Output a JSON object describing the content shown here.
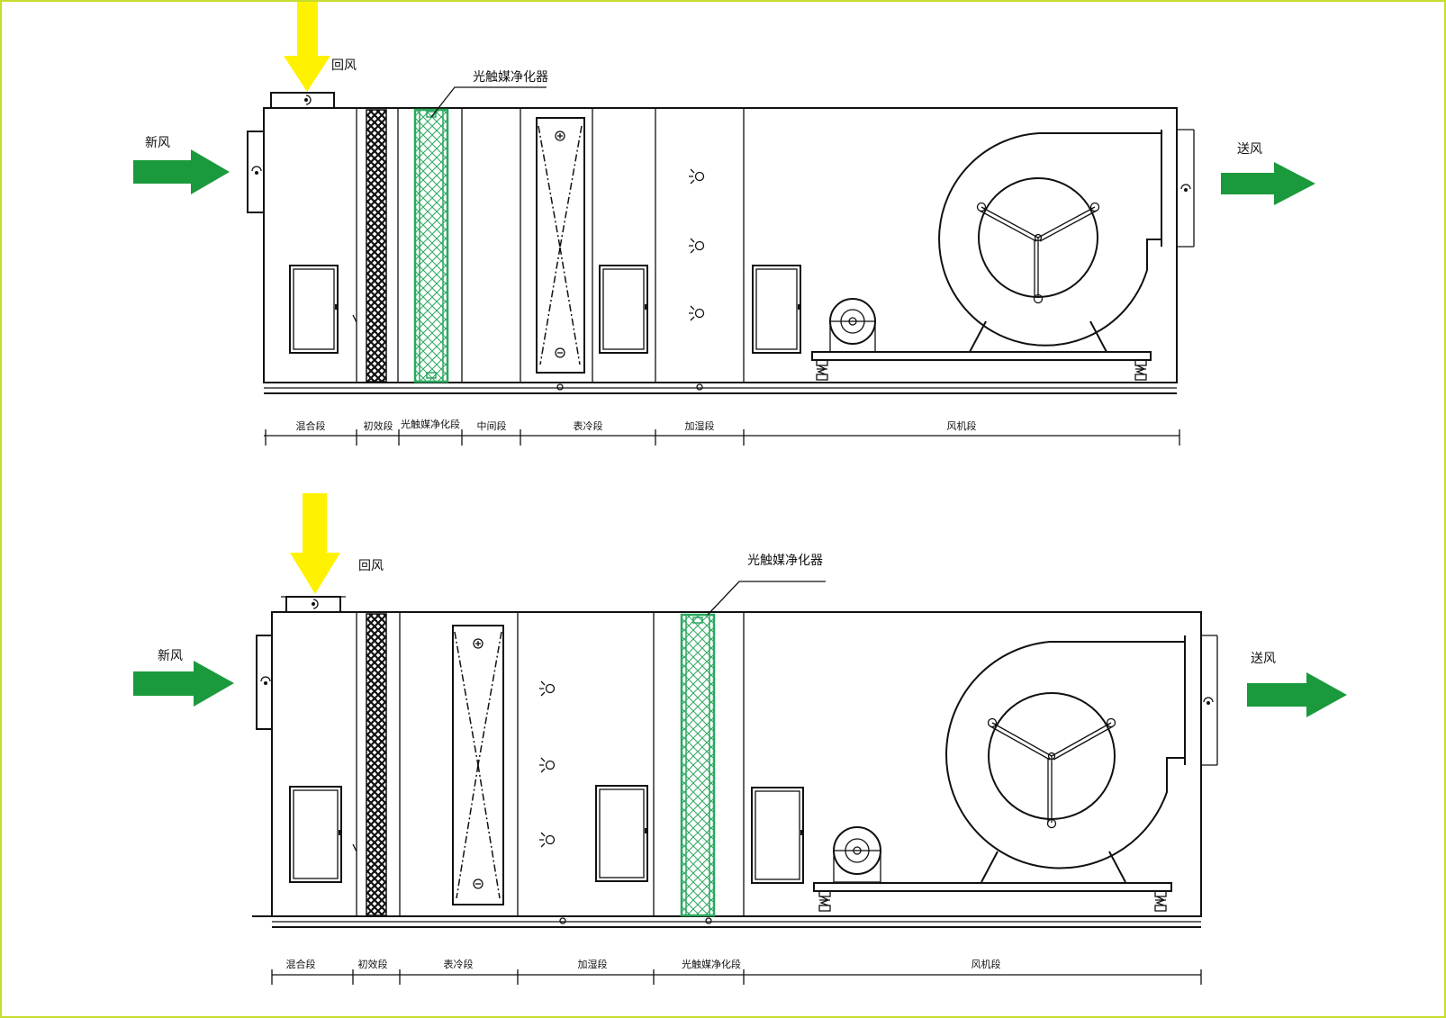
{
  "colors": {
    "border": "#c6dd2e",
    "fresh_supply_arrow": "#1a9a3c",
    "return_arrow": "#fff200",
    "purifier_green": "#2aa860"
  },
  "diagram1": {
    "return_air": "回风",
    "fresh_air": "新风",
    "supply_air": "送风",
    "purifier_callout": "光触媒净化器",
    "sections": [
      "混合段",
      "初效段",
      "光触媒净化段",
      "中间段",
      "表冷段",
      "加湿段",
      "风机段"
    ]
  },
  "diagram2": {
    "return_air": "回风",
    "fresh_air": "新风",
    "supply_air": "送风",
    "purifier_callout": "光触媒净化器",
    "sections": [
      "混合段",
      "初效段",
      "表冷段",
      "加湿段",
      "光触媒净化段",
      "风机段"
    ]
  }
}
